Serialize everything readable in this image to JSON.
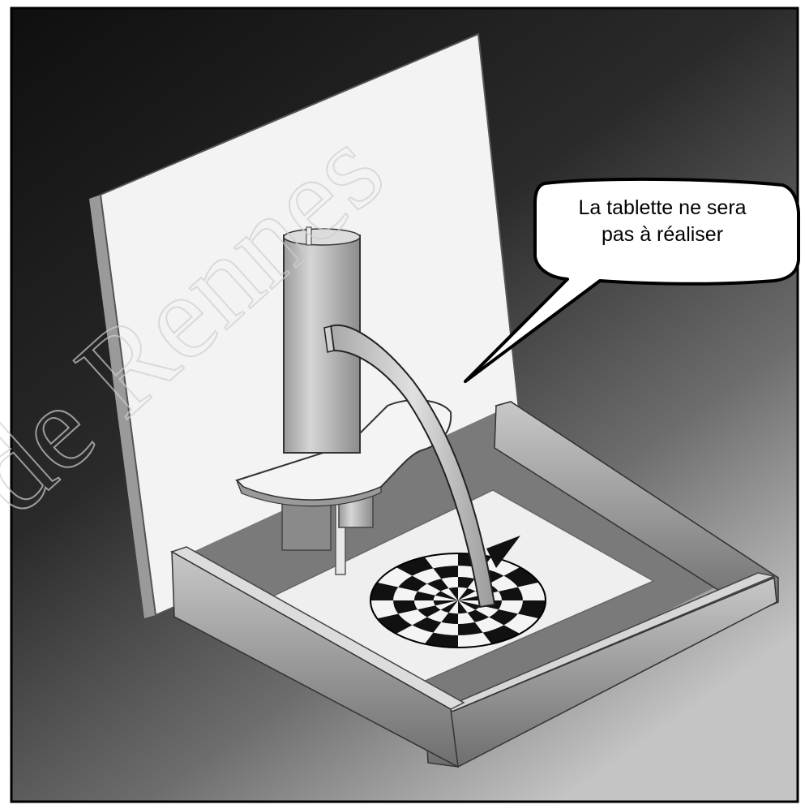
{
  "figure": {
    "callout": {
      "line1": "La tablette ne sera",
      "line2": "pas à réaliser"
    },
    "watermark": "de Rennes",
    "colors": {
      "background_dark": "#1a1a1a",
      "background_light": "#bdbdbd",
      "panel": "#f3f3f3",
      "tray": "#8a8a8a",
      "disc_dark": "#111111",
      "disc_light": "#f4f4f4"
    }
  }
}
